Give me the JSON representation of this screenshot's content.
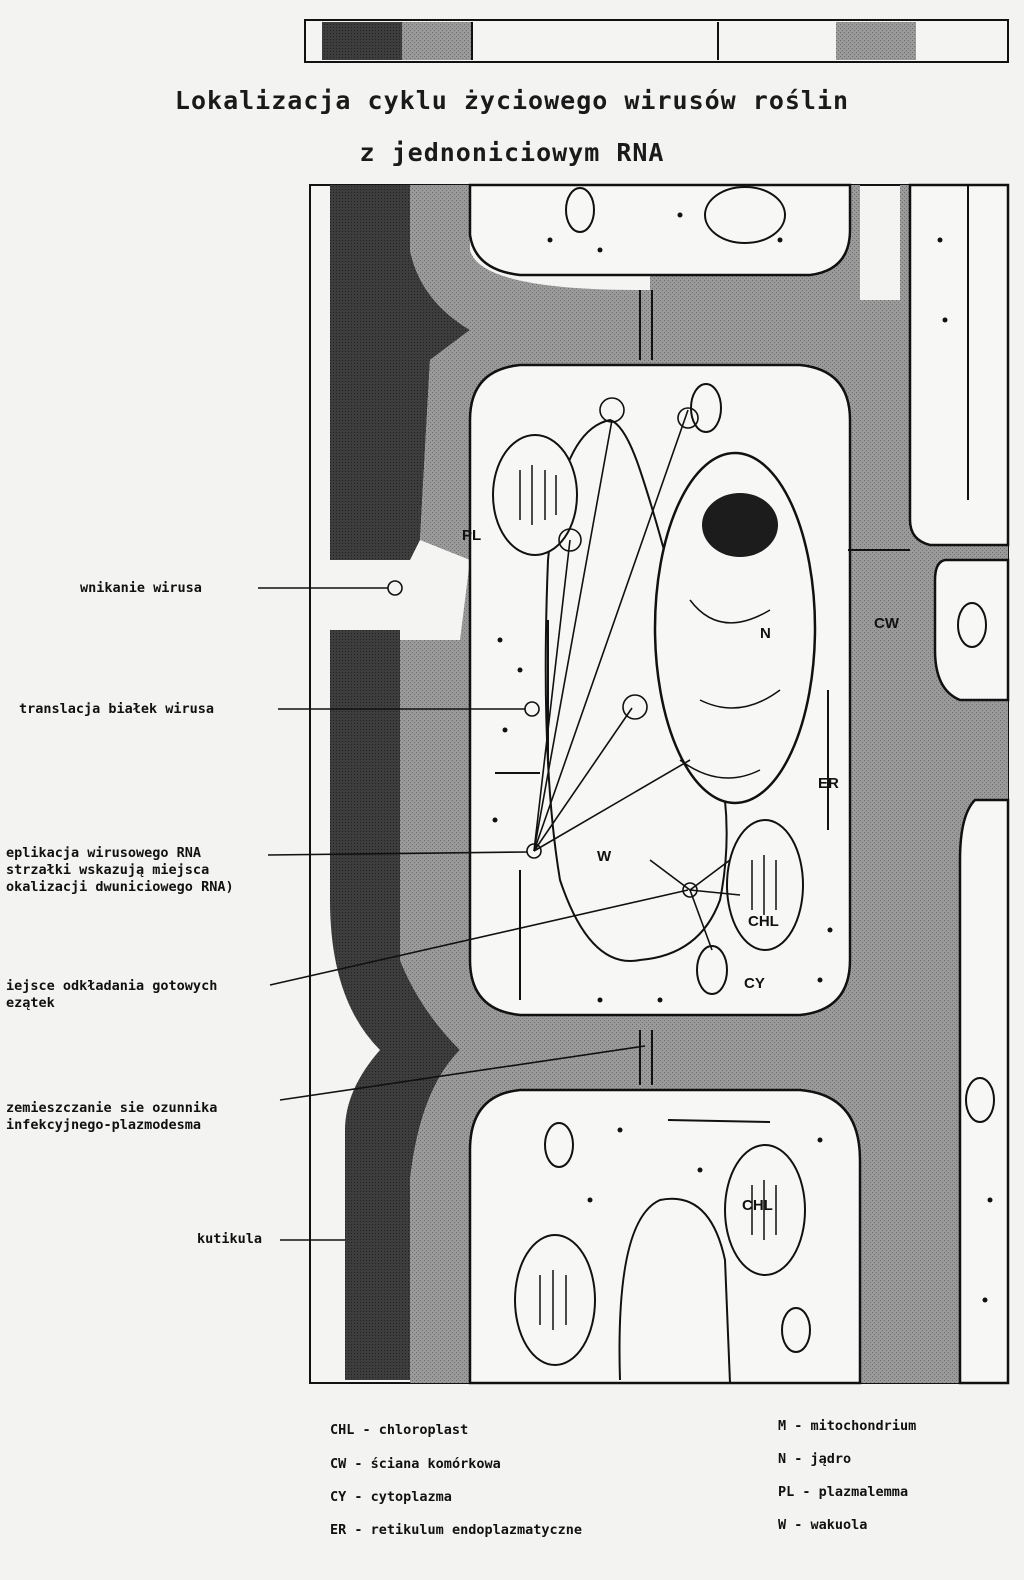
{
  "title": {
    "line1": "Lokalizacja cyklu życiowego wirusów roślin",
    "line2": "z jednoniciowym RNA"
  },
  "labels": {
    "entry": "wnikanie wirusa",
    "translation": "translacja białek wirusa",
    "replication": [
      "eplikacja wirusowego RNA",
      "strzałki wskazują miejsca",
      "okalizacji dwuniciowego RNA)"
    ],
    "deposition": [
      "iejsce odkładania gotowych",
      "ezątek"
    ],
    "movement": [
      "zemieszczanie sie ozunnika",
      "infekcyjnego-plazmodesma"
    ],
    "cuticle": "kutikula"
  },
  "abbreviations_in_figure": {
    "pl": "PL",
    "n": "N",
    "cw": "CW",
    "er": "ER",
    "w": "W",
    "chl1": "CHL",
    "cy": "CY",
    "chl2": "CHL"
  },
  "legend": {
    "left": [
      {
        "abbr": "CHL",
        "text": "- chloroplast"
      },
      {
        "abbr": "CW",
        "text": "- ściana komórkowa"
      },
      {
        "abbr": "CY",
        "text": "- cytoplazma"
      },
      {
        "abbr": "ER",
        "text": "- retikulum endoplazmatyczne"
      }
    ],
    "right": [
      {
        "abbr": "M",
        "text": "- mitochondrium"
      },
      {
        "abbr": "N",
        "text": "- jądro"
      },
      {
        "abbr": "PL",
        "text": "- plazmalemma"
      },
      {
        "abbr": "W",
        "text": "- wakuola"
      }
    ]
  },
  "colors": {
    "cuticle": "#3a3a3a",
    "wall": "#8a8a8a",
    "cell_interior": "#f7f7f5",
    "line": "#111111"
  }
}
